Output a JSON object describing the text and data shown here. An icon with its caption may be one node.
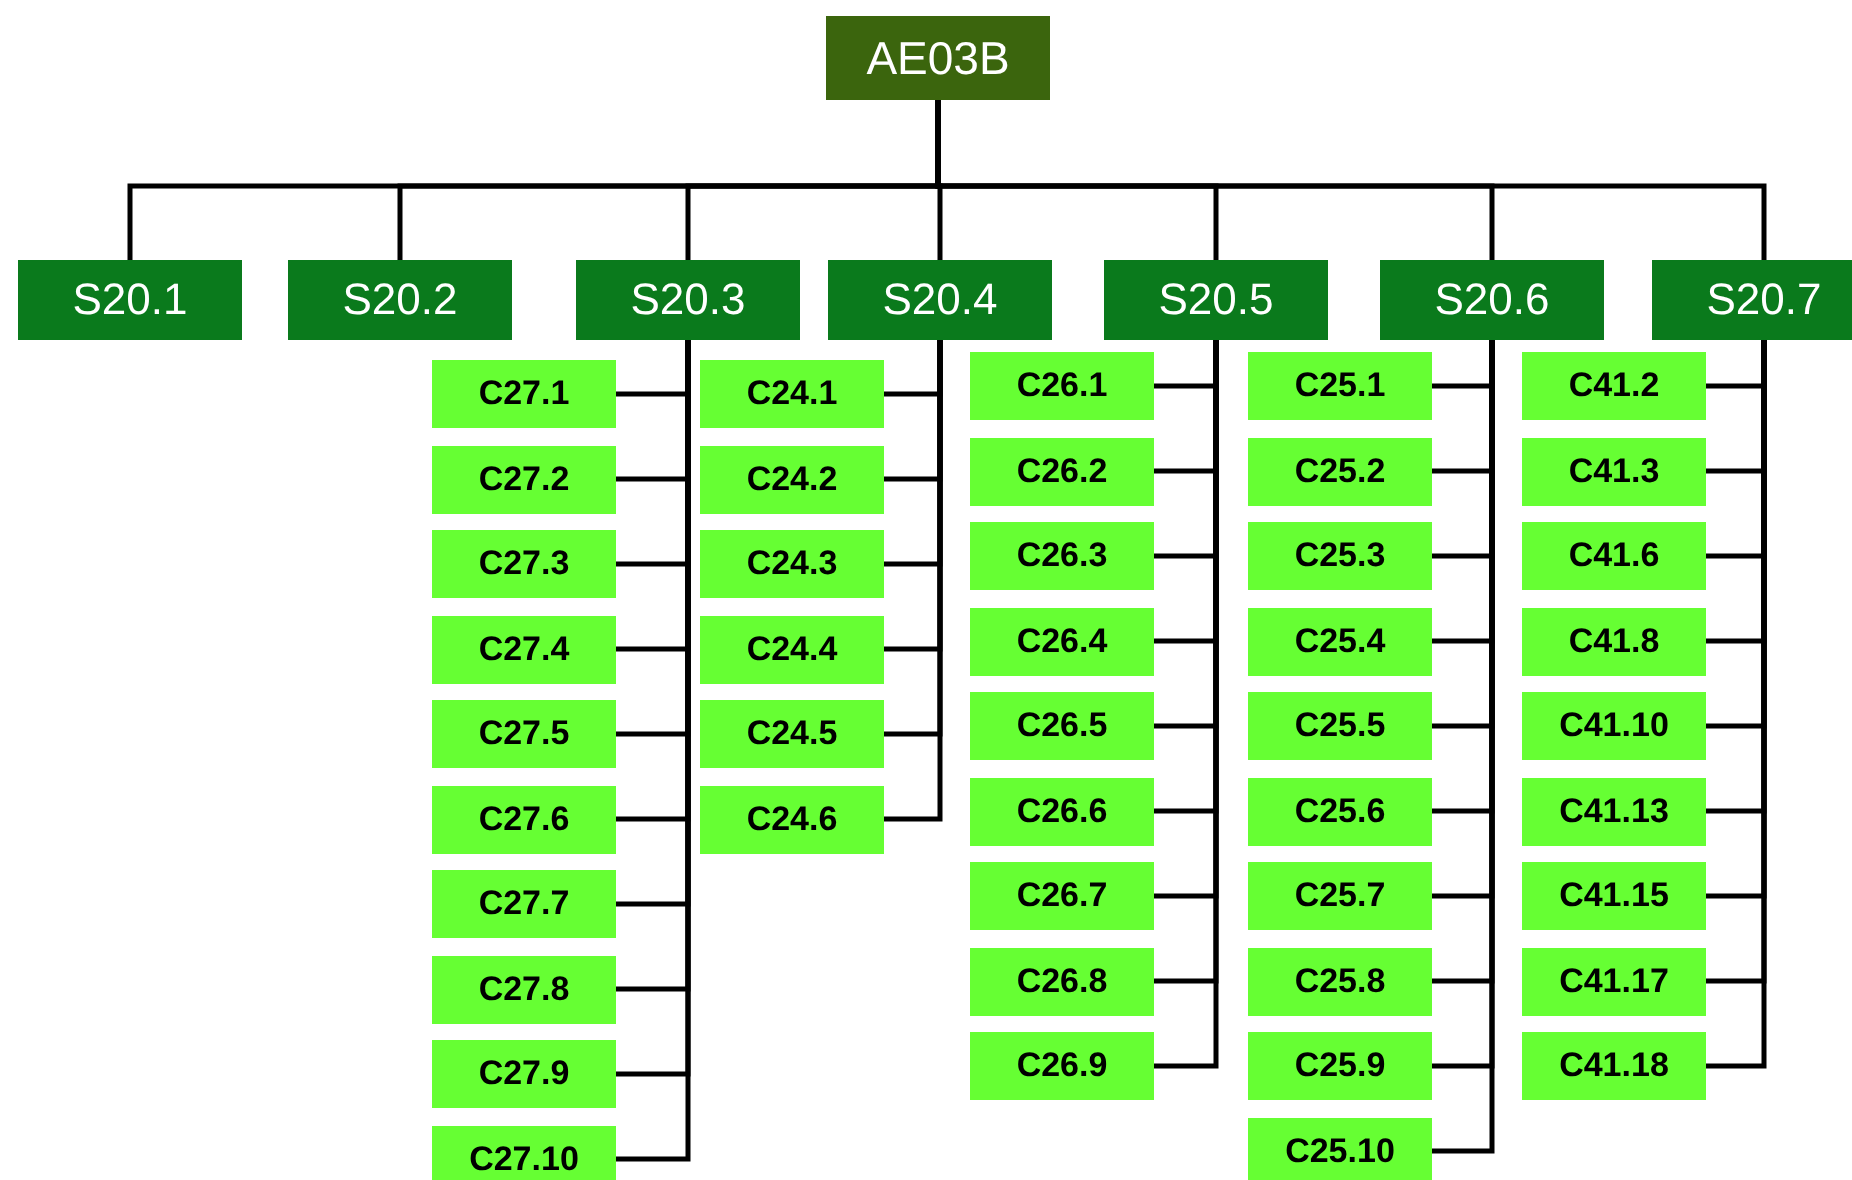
{
  "diagram": {
    "nodes": [
      {
        "text": [
          "AE03B"
        ]
      },
      {
        "text": [
          "S20.1"
        ]
      },
      {
        "text": [
          "S20.2"
        ]
      },
      {
        "text": [
          "S20.3"
        ]
      },
      {
        "text": [
          "S20.4"
        ]
      },
      {
        "text": [
          "S20.5"
        ]
      },
      {
        "text": [
          "S20.6"
        ]
      },
      {
        "text": [
          "S20.7"
        ]
      },
      {
        "text": [
          "C27.1"
        ]
      },
      {
        "text": [
          "C27.2"
        ]
      },
      {
        "text": [
          "C27.3"
        ]
      },
      {
        "text": [
          "C27.4"
        ]
      },
      {
        "text": [
          "C27.5"
        ]
      },
      {
        "text": [
          "C27.6"
        ]
      },
      {
        "text": [
          "C27.7"
        ]
      },
      {
        "text": [
          "C27.8"
        ]
      },
      {
        "text": [
          "C27.9"
        ]
      },
      {
        "text": [
          "C27.10"
        ]
      },
      {
        "text": [
          "C24.1"
        ]
      },
      {
        "text": [
          "C24.2"
        ]
      },
      {
        "text": [
          "C24.3"
        ]
      },
      {
        "text": [
          "C24.4"
        ]
      },
      {
        "text": [
          "C24.5"
        ]
      },
      {
        "text": [
          "C24.6"
        ]
      },
      {
        "text": [
          "C26.1"
        ]
      },
      {
        "text": [
          "C26.2"
        ]
      },
      {
        "text": [
          "C26.3"
        ]
      },
      {
        "text": [
          "C26.4"
        ]
      },
      {
        "text": [
          "C26.5"
        ]
      },
      {
        "text": [
          "C26.6"
        ]
      },
      {
        "text": [
          "C26.7"
        ]
      },
      {
        "text": [
          "C26.8"
        ]
      },
      {
        "text": [
          "C26.9"
        ]
      },
      {
        "text": [
          "C25.1"
        ]
      },
      {
        "text": [
          "C25.2"
        ]
      },
      {
        "text": [
          "C25.3"
        ]
      },
      {
        "text": [
          "C25.4"
        ]
      },
      {
        "text": [
          "C25.5"
        ]
      },
      {
        "text": [
          "C25.6"
        ]
      },
      {
        "text": [
          "C25.7"
        ]
      },
      {
        "text": [
          "C25.8"
        ]
      },
      {
        "text": [
          "C25.9"
        ]
      },
      {
        "text": [
          "C25.10"
        ]
      },
      {
        "text": [
          "C41.2"
        ]
      },
      {
        "text": [
          "C41.3"
        ]
      },
      {
        "text": [
          "C41.6"
        ]
      },
      {
        "text": [
          "C41.8"
        ]
      },
      {
        "text": [
          "C41.10"
        ]
      },
      {
        "text": [
          "C41.13"
        ]
      },
      {
        "text": [
          "C41.15"
        ]
      },
      {
        "text": [
          "C41.17"
        ]
      },
      {
        "text": [
          "C41.18"
        ]
      }
    ],
    "edges": [
      {
        "from": 0,
        "to": 1,
        "arrow": "none"
      },
      {
        "from": 0,
        "to": 2,
        "arrow": "none"
      },
      {
        "from": 0,
        "to": 3,
        "arrow": "none"
      },
      {
        "from": 0,
        "to": 4,
        "arrow": "none"
      },
      {
        "from": 0,
        "to": 5,
        "arrow": "none"
      },
      {
        "from": 0,
        "to": 6,
        "arrow": "none"
      },
      {
        "from": 0,
        "to": 7,
        "arrow": "none"
      },
      {
        "from": 3,
        "to": 8,
        "arrow": "none"
      },
      {
        "from": 3,
        "to": 9,
        "arrow": "none"
      },
      {
        "from": 3,
        "to": 10,
        "arrow": "none"
      },
      {
        "from": 3,
        "to": 11,
        "arrow": "none"
      },
      {
        "from": 3,
        "to": 12,
        "arrow": "none"
      },
      {
        "from": 3,
        "to": 13,
        "arrow": "none"
      },
      {
        "from": 3,
        "to": 14,
        "arrow": "none"
      },
      {
        "from": 3,
        "to": 15,
        "arrow": "none"
      },
      {
        "from": 3,
        "to": 16,
        "arrow": "none"
      },
      {
        "from": 3,
        "to": 17,
        "arrow": "none"
      },
      {
        "from": 4,
        "to": 18,
        "arrow": "none"
      },
      {
        "from": 4,
        "to": 19,
        "arrow": "none"
      },
      {
        "from": 4,
        "to": 20,
        "arrow": "none"
      },
      {
        "from": 4,
        "to": 21,
        "arrow": "none"
      },
      {
        "from": 4,
        "to": 22,
        "arrow": "none"
      },
      {
        "from": 4,
        "to": 23,
        "arrow": "none"
      },
      {
        "from": 5,
        "to": 24,
        "arrow": "none"
      },
      {
        "from": 5,
        "to": 25,
        "arrow": "none"
      },
      {
        "from": 5,
        "to": 26,
        "arrow": "none"
      },
      {
        "from": 5,
        "to": 27,
        "arrow": "none"
      },
      {
        "from": 5,
        "to": 28,
        "arrow": "none"
      },
      {
        "from": 5,
        "to": 29,
        "arrow": "none"
      },
      {
        "from": 5,
        "to": 30,
        "arrow": "none"
      },
      {
        "from": 5,
        "to": 31,
        "arrow": "none"
      },
      {
        "from": 5,
        "to": 32,
        "arrow": "none"
      },
      {
        "from": 6,
        "to": 33,
        "arrow": "none"
      },
      {
        "from": 6,
        "to": 34,
        "arrow": "none"
      },
      {
        "from": 6,
        "to": 35,
        "arrow": "none"
      },
      {
        "from": 6,
        "to": 36,
        "arrow": "none"
      },
      {
        "from": 6,
        "to": 37,
        "arrow": "none"
      },
      {
        "from": 6,
        "to": 38,
        "arrow": "none"
      },
      {
        "from": 6,
        "to": 39,
        "arrow": "none"
      },
      {
        "from": 6,
        "to": 40,
        "arrow": "none"
      },
      {
        "from": 6,
        "to": 41,
        "arrow": "none"
      },
      {
        "from": 6,
        "to": 42,
        "arrow": "none"
      },
      {
        "from": 7,
        "to": 43,
        "arrow": "none"
      },
      {
        "from": 7,
        "to": 44,
        "arrow": "none"
      },
      {
        "from": 7,
        "to": 45,
        "arrow": "none"
      },
      {
        "from": 7,
        "to": 46,
        "arrow": "none"
      },
      {
        "from": 7,
        "to": 47,
        "arrow": "none"
      },
      {
        "from": 7,
        "to": 48,
        "arrow": "none"
      },
      {
        "from": 7,
        "to": 49,
        "arrow": "none"
      },
      {
        "from": 7,
        "to": 50,
        "arrow": "none"
      },
      {
        "from": 7,
        "to": 51,
        "arrow": "none"
      }
    ]
  }
}
